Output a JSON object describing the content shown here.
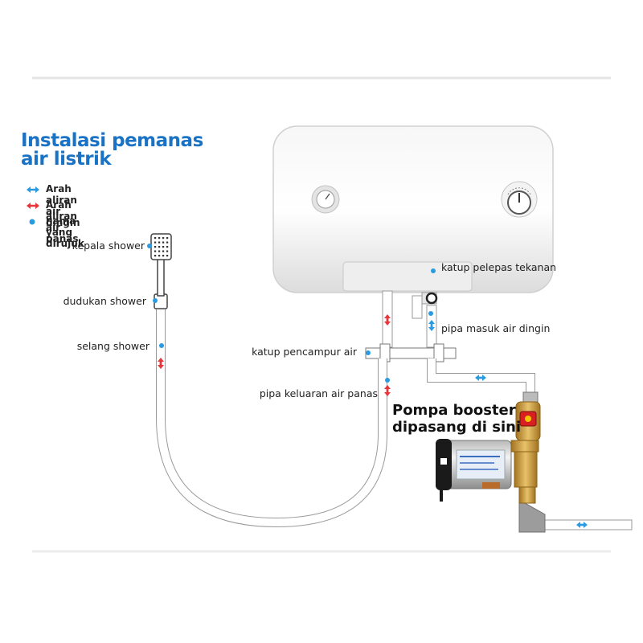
{
  "title": {
    "line1": "Instalasi pemanas",
    "line2": "air listrik"
  },
  "legend": [
    {
      "label": "Arah aliran air dingin",
      "icon": "blue-double-arrow-icon",
      "color": "#2a9be0"
    },
    {
      "label": "Arah aliran air panas",
      "icon": "red-double-arrow-icon",
      "color": "#e8363a"
    },
    {
      "label": "nama yang dirujuk",
      "icon": "blue-dot-icon",
      "color": "#2a9be0"
    }
  ],
  "labels": {
    "shower_head": "kepala shower",
    "shower_holder": "dudukan shower",
    "shower_hose": "selang shower",
    "pressure_valve": "katup pelepas tekanan",
    "cold_inlet": "pipa masuk air dingin",
    "mixing_valve": "katup pencampur air",
    "hot_outlet": "pipa keluaran air panas"
  },
  "booster": {
    "line1": "Pompa booster",
    "line2": "dipasang di sini"
  },
  "colors": {
    "accent_blue": "#1a72c4",
    "cold": "#2a9be0",
    "hot": "#e8363a",
    "pipe_outline": "#9a9a9a"
  }
}
